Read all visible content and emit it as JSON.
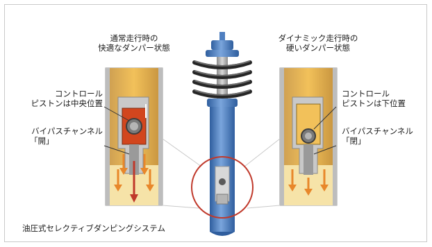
{
  "labels": {
    "normal_title": [
      "通常走行時の",
      "快適なダンパー状態"
    ],
    "dynamic_title": [
      "ダイナミック走行時の",
      "硬いダンパー状態"
    ],
    "left_piston": [
      "コントロール",
      "ピストンは中央位置"
    ],
    "left_bypass": [
      "バイパスチャンネル",
      "「開」"
    ],
    "right_piston": [
      "コントロール",
      "ピストンは下位置"
    ],
    "right_bypass": [
      "バイパスチャンネル",
      "「閉」"
    ],
    "caption": "油圧式セレクティブダンピングシステム"
  },
  "colors": {
    "oil_orange": "#e9a52c",
    "oil_light": "#f6e3a8",
    "shock_blue": "#4f7fc0",
    "spring_dark": "#2b2b2b",
    "piston_red": "#c8401c",
    "circle_red": "#c0392b",
    "arrow_orange": "#e8872a"
  }
}
